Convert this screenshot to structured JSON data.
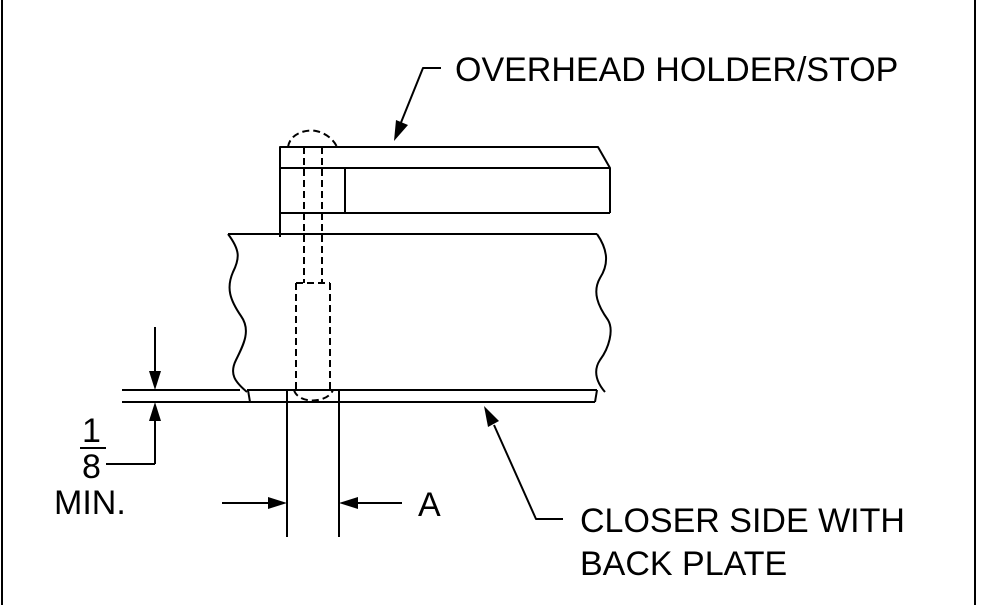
{
  "labels": {
    "overhead": "OVERHEAD HOLDER/STOP",
    "closer_line1": "CLOSER SIDE WITH",
    "closer_line2": "BACK PLATE",
    "dim_num": "1",
    "dim_den": "8",
    "dim_min": "MIN.",
    "dim_a": "A"
  },
  "colors": {
    "ink": "#000000",
    "background": "#ffffff"
  }
}
